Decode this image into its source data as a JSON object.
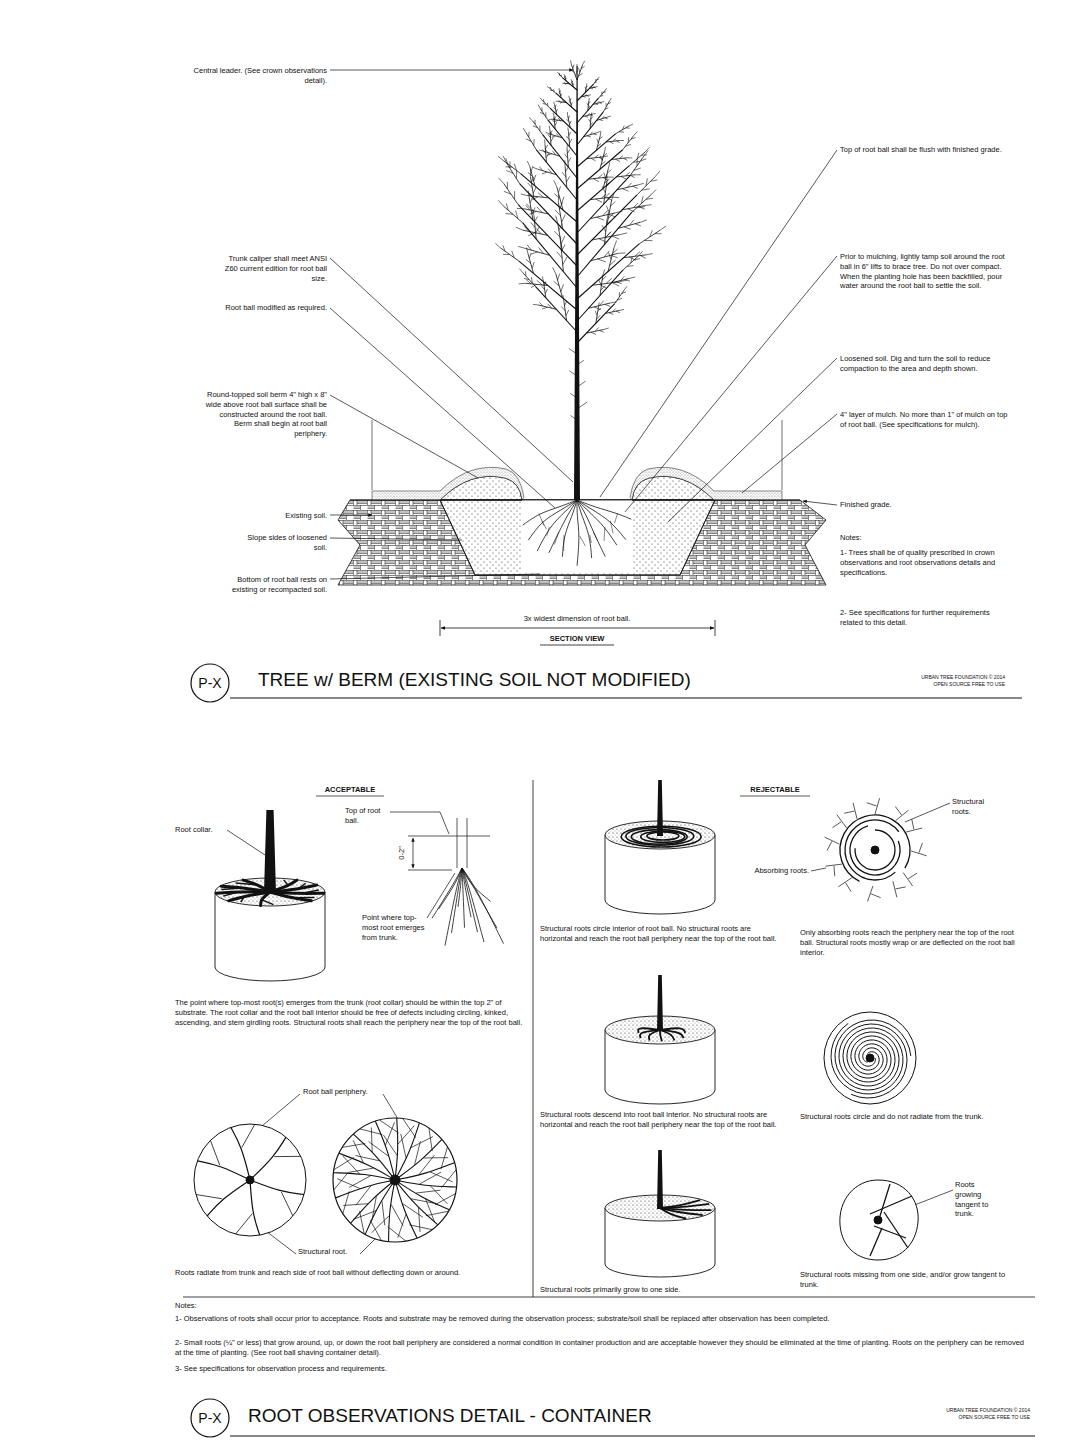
{
  "diagram": {
    "nodes": [
      {
        "text": [
          "P-X"
        ]
      },
      {
        "text": [
          "P-X"
        ]
      }
    ],
    "edges": [],
    "labels": [
      "Central leader. (See crown observations detail).",
      "Top of root ball shall be flush with finished grade.",
      "Trunk caliper shall meet ANSI Z60 current edition for root ball size.",
      "Prior to mulching, lightly tamp soil around the root ball in 6\" lifts to brace tree. Do not over compact. When the planting hole has been backfilled, pour water around the root ball to settle the soil.",
      "Root ball modified as required.",
      "Loosened soil. Dig and turn the soil to reduce compaction to the area and depth shown.",
      "Round-topped soil berm 4\" high x 8\" wide above root ball surface shall be constructed around the root ball. Berm shall begin at root ball periphery.",
      "4\" layer of mulch. No more than 1\" of mulch on top of root ball. (See specifications for mulch).",
      "Finished grade.",
      "Existing soil.",
      "Slope sides of loosened soil.",
      "Notes:",
      "1- Trees shall be of quality prescribed in crown observations and root observations details and specifications.",
      "Bottom of root ball rests on existing or recompacted soil.",
      "2- See specifications for further requirements related to this detail.",
      "3x widest dimension of root ball.",
      "SECTION VIEW",
      "TREE w/ BERM (EXISTING SOIL NOT MODIFIED)",
      "URBAN TREE FOUNDATION © 2014",
      "OPEN SOURCE FREE TO USE",
      "ACCEPTABLE",
      "REJECTABLE",
      "Structural roots.",
      "Top of root ball.",
      "Root collar.",
      "0-2\"",
      "Absorbing roots.",
      "Point where top-most root emerges from trunk.",
      "Structural roots circle interior of root ball. No structural roots are horizontal and reach the root ball periphery near the top of the root ball.",
      "Only absorbing roots reach the periphery near the top of the root ball. Structural roots mostly wrap or are deflected on the root ball interior.",
      "The point where top-most root(s) emerges from the trunk (root collar) should be within the top 2\" of substrate. The root collar and the root ball interior should be free of defects including circling, kinked, ascending, and stem girdling roots. Structural roots shall reach the periphery near the top of the root ball.",
      "Root ball periphery.",
      "Structural roots descend into root ball interior. No structural roots are horizontal and reach the root ball periphery near the top of the root ball.",
      "Structural roots circle and do not radiate from the trunk.",
      "Roots growing tangent to trunk.",
      "Structural root.",
      "Roots radiate from trunk and reach side of root ball without deflecting down or around.",
      "Structural roots missing from one side, and/or grow tangent to trunk.",
      "Structural roots primarily grow to one side.",
      "Notes:",
      "1- Observations of roots shall occur prior to acceptance. Roots and substrate may be removed during the observation process; substrate/soil shall be replaced after observation has been completed.",
      "2- Small roots (¼\" or less) that grow around, up, or down the root ball periphery are considered a normal condition in container production and are acceptable however they should be eliminated at the time of planting. Roots on the periphery can be removed at the time of planting. (See root ball shaving container detail).",
      "3- See specifications for observation process and requirements.",
      "ROOT OBSERVATIONS DETAIL - CONTAINER",
      "URBAN TREE FOUNDATION © 2014",
      "OPEN SOURCE FREE TO USE"
    ]
  }
}
